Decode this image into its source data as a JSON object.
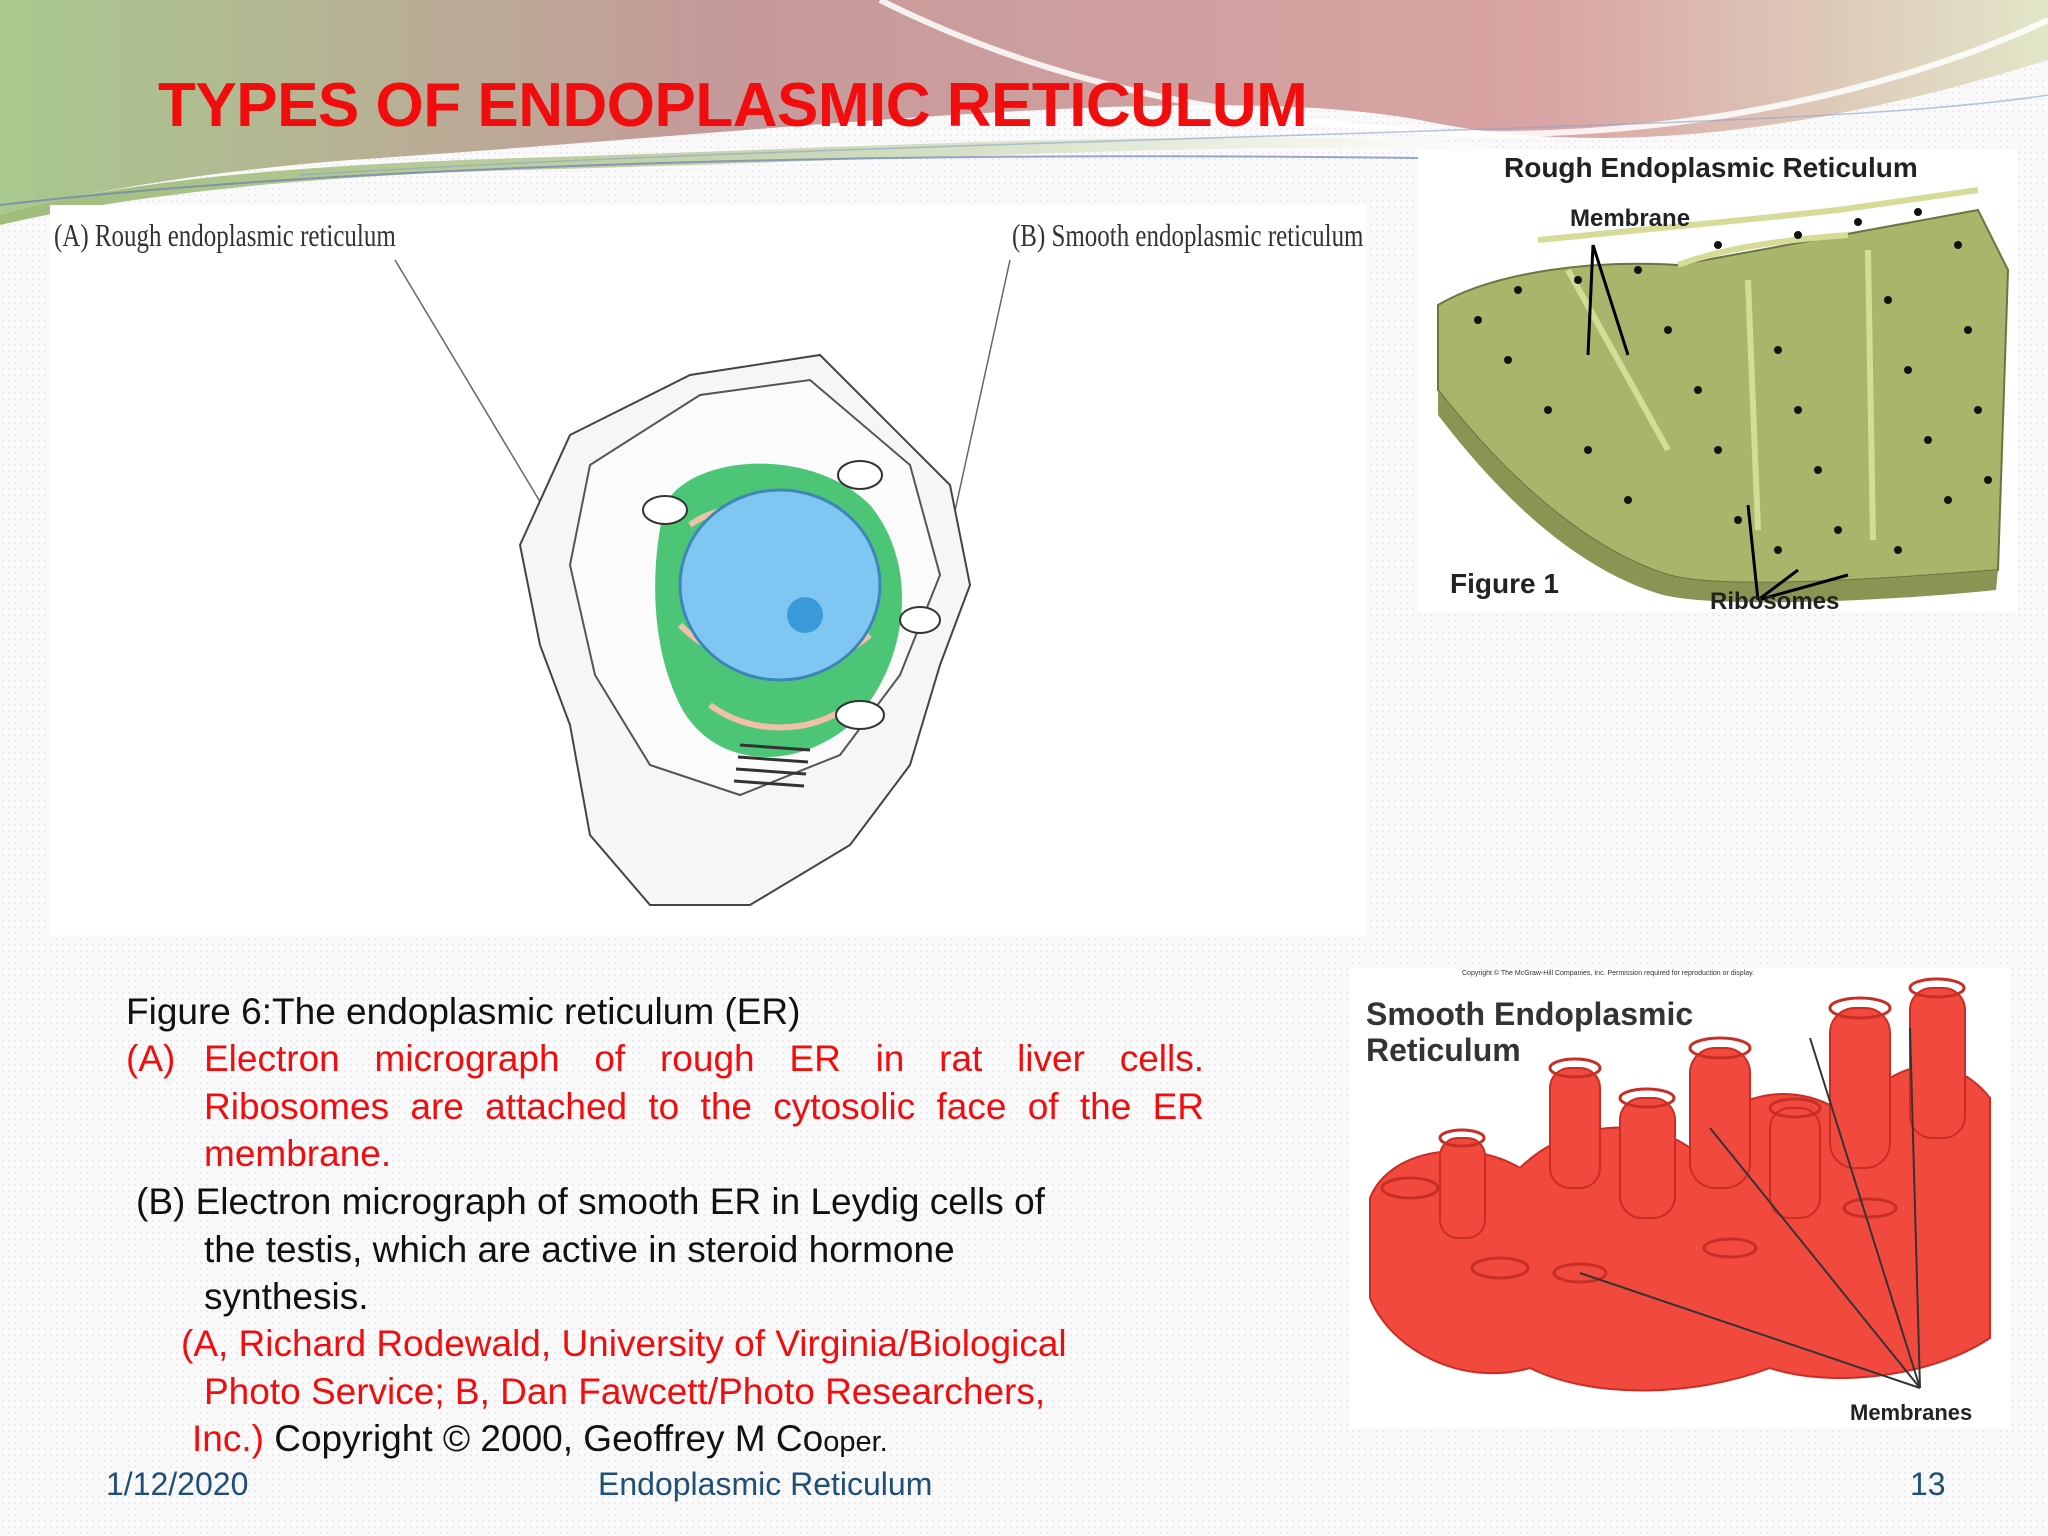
{
  "slide": {
    "title": "TYPES OF ENDOPLASMIC RETICULUM",
    "colors": {
      "title": "#f10d0d",
      "caption_red": "#f10d0d",
      "footer": "#1f4e79"
    }
  },
  "cell_figure": {
    "label_a": "(A)  Rough endoplasmic reticulum",
    "label_b": "(B)  Smooth endoplasmic reticulum"
  },
  "rough_er_figure": {
    "title": "Rough Endoplasmic Reticulum",
    "membrane_label": "Membrane",
    "figure_label": "Figure 1",
    "ribosomes_label": "Ribosomes"
  },
  "smooth_er_figure": {
    "copyright": "Copyright © The McGraw-Hill Companies, Inc. Permission required for reproduction or display.",
    "title_line1": "Smooth Endoplasmic",
    "title_line2": "Reticulum",
    "membranes_label": "Membranes"
  },
  "caption": {
    "heading": "Figure 6:The endoplasmic reticulum (ER)",
    "a_marker": "(A)",
    "a_line1": "Electron micrograph of rough ER in rat liver cells.",
    "a_line2": "Ribosomes are attached to the cytosolic face of the ER",
    "a_line3": "membrane.",
    "b_line1": "(B) Electron micrograph of smooth ER in Leydig cells of",
    "b_line2": "the testis, which are active in steroid hormone",
    "b_line3": "synthesis.",
    "credit_line1": "(A, Richard Rodewald, University of Virginia/Biological",
    "credit_line2": "Photo Service; B, Dan Fawcett/Photo Researchers,",
    "credit_line3_red": "Inc.)",
    "credit_line3_black": " Copyright © 2000, Geoffrey M Co",
    "credit_line3_small": "oper."
  },
  "footer": {
    "date": "1/12/2020",
    "topic": "Endoplasmic Reticulum",
    "page": "13"
  }
}
